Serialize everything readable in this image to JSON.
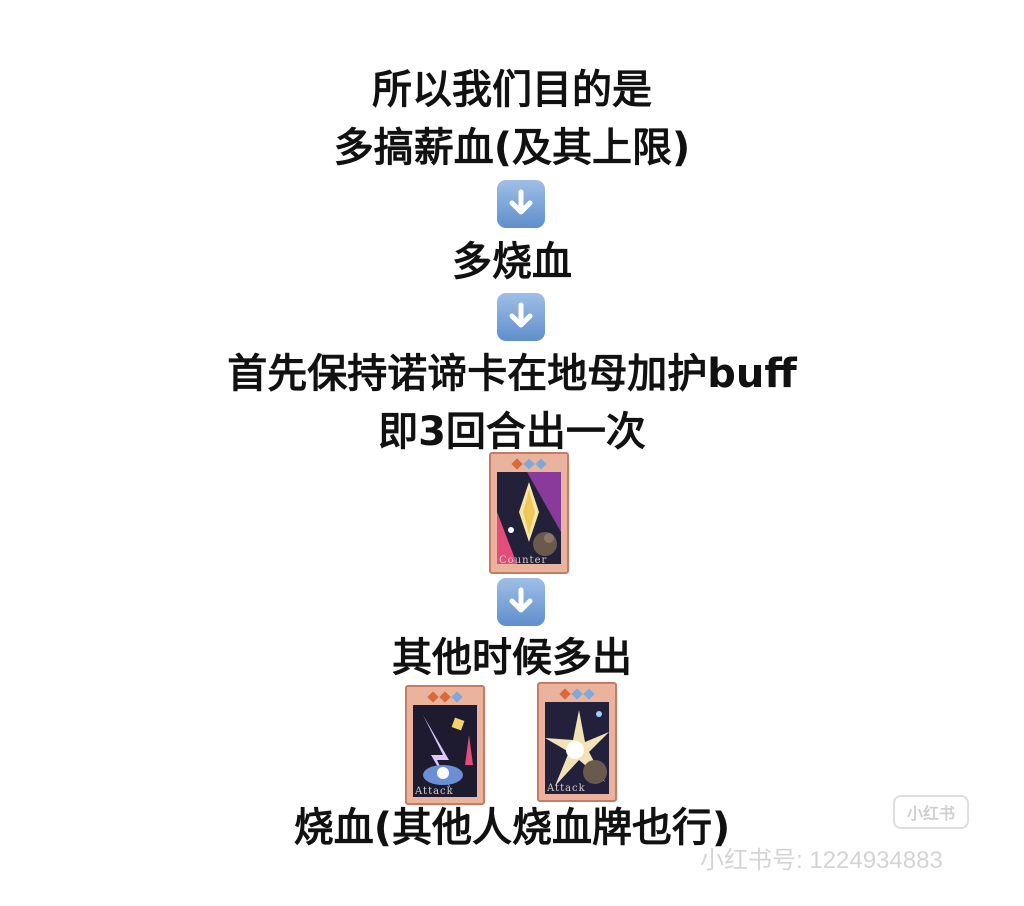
{
  "lines": {
    "l1": "所以我们目的是",
    "l2": "多搞薪血(及其上限)",
    "l3": "多烧血",
    "l4": "首先保持诺谛卡在地母加护buff",
    "l5": "即3回合出一次",
    "l6": "其他时候多出",
    "l7": "烧血(其他人烧血牌也行)"
  },
  "cards": {
    "counter": {
      "type_label": "Counter",
      "icon": "card-counter"
    },
    "attack1": {
      "type_label": "Attack",
      "icon": "card-attack"
    },
    "attack2": {
      "type_label": "Attack",
      "icon": "card-attack"
    }
  },
  "arrow_icon": "down-arrow-emoji",
  "colors": {
    "arrow_bg": "#6f9bd4",
    "card_frame": "#e9b39e",
    "text": "#111111"
  },
  "watermark": {
    "logo_text": "小红书",
    "id_text": "小红书号: 1224934883"
  }
}
